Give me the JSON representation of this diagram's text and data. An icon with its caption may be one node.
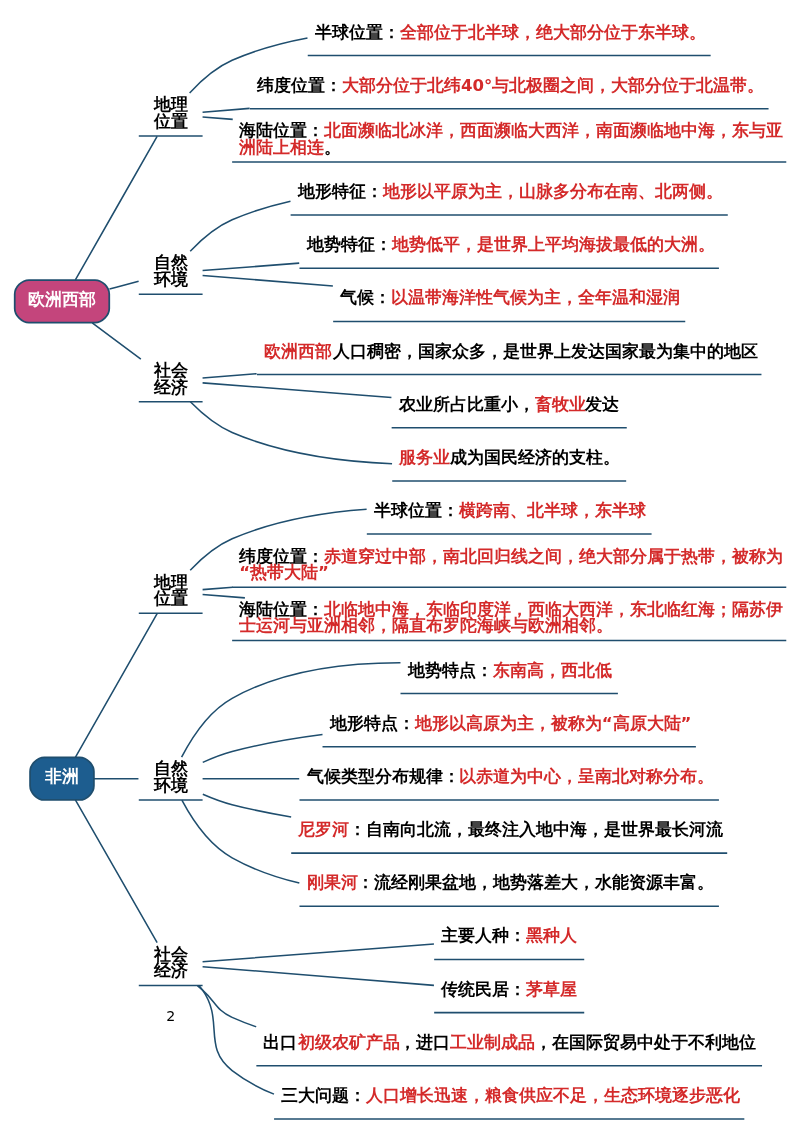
{
  "diagram": {
    "nodes": [
      {
        "text": [
          "欧洲西部"
        ]
      },
      {
        "text": [
          "地理位置"
        ]
      },
      {
        "text": [
          "半球位置：**全部位于北半球，绝大部分位于东半球。**"
        ]
      },
      {
        "text": [
          "纬度位置：**大部分位于北纬40°与北极圈之间，大部分位于北温带。**"
        ]
      },
      {
        "text": [
          "海陆位置：**北面濒临北冰洋，西面濒临大西洋，南面濒临地中海，东与亚洲陆上相连**。"
        ]
      },
      {
        "text": [
          "自然环境"
        ]
      },
      {
        "text": [
          "地形特征：**地形以平原为主，山脉多分布在南、北两侧。**"
        ]
      },
      {
        "text": [
          "地势特征：**地势低平，是世界上平均海拔最低的大洲。**"
        ]
      },
      {
        "text": [
          "气候：**以温带海洋性气候为主，全年温和湿润**"
        ]
      },
      {
        "text": [
          "社会经济"
        ]
      },
      {
        "text": [
          "**欧洲西部**人口稠密，国家众多，是世界上发达国家最为集中的地区"
        ]
      },
      {
        "text": [
          "农业所占比重小，**畜牧业**发达"
        ]
      },
      {
        "text": [
          "**服务业**成为国民经济的支柱。"
        ]
      },
      {
        "text": [
          "非洲"
        ]
      },
      {
        "text": [
          "地理位置"
        ]
      },
      {
        "text": [
          "半球位置：**横跨南、北半球，东半球**"
        ]
      },
      {
        "text": [
          "纬度位置：**赤道穿过中部，南北回归线之间，绝大部分属于热带，被称为“热带大陆”**"
        ]
      },
      {
        "text": [
          "海陆位置：**北临地中海，东临印度洋，西临大西洋，东北临红海；隔苏伊士运河与亚洲相邻，隔直布罗陀海峡与欧洲相邻。**"
        ]
      },
      {
        "text": [
          "自然环境"
        ]
      },
      {
        "text": [
          "地势特点：**东南高，西北低**"
        ]
      },
      {
        "text": [
          "地形特点：**地形以高原为主，被称为“高原大陆”**"
        ]
      },
      {
        "text": [
          "气候类型分布规律：**以赤道为中心，呈南北对称分布。**"
        ]
      },
      {
        "text": [
          "**尼罗河**：自南向北流，最终注入地中海，是世界最长河流"
        ]
      },
      {
        "text": [
          "**刚果河**：流经刚果盆地，地势落差大，水能资源丰富。"
        ]
      },
      {
        "text": [
          "社会经济"
        ]
      },
      {
        "text": [
          "主要人种：**黑种人**"
        ]
      },
      {
        "text": [
          "传统民居：**茅草屋**"
        ]
      },
      {
        "text": [
          "出口**初级农矿产品**，进口**工业制成品**，在国际贸易中处于不利地位"
        ]
      },
      {
        "text": [
          "三大问题：**人口增长迅速，粮食供应不足，生态环境逐步恶化**"
        ]
      }
    ],
    "edges": [
      {
        "from": 0,
        "to": 1,
        "arrow": "none"
      },
      {
        "from": 1,
        "to": 2,
        "arrow": "none"
      },
      {
        "from": 1,
        "to": 3,
        "arrow": "none"
      },
      {
        "from": 1,
        "to": 4,
        "arrow": "none"
      },
      {
        "from": 0,
        "to": 5,
        "arrow": "none"
      },
      {
        "from": 5,
        "to": 6,
        "arrow": "none"
      },
      {
        "from": 5,
        "to": 7,
        "arrow": "none"
      },
      {
        "from": 5,
        "to": 8,
        "arrow": "none"
      },
      {
        "from": 0,
        "to": 9,
        "arrow": "none"
      },
      {
        "from": 9,
        "to": 10,
        "arrow": "none"
      },
      {
        "from": 9,
        "to": 11,
        "arrow": "none"
      },
      {
        "from": 9,
        "to": 12,
        "arrow": "none"
      },
      {
        "from": 13,
        "to": 14,
        "arrow": "none"
      },
      {
        "from": 14,
        "to": 15,
        "arrow": "none"
      },
      {
        "from": 14,
        "to": 16,
        "arrow": "none"
      },
      {
        "from": 14,
        "to": 17,
        "arrow": "none"
      },
      {
        "from": 13,
        "to": 18,
        "arrow": "none"
      },
      {
        "from": 18,
        "to": 19,
        "arrow": "none"
      },
      {
        "from": 18,
        "to": 20,
        "arrow": "none"
      },
      {
        "from": 18,
        "to": 21,
        "arrow": "none"
      },
      {
        "from": 18,
        "to": 22,
        "arrow": "none"
      },
      {
        "from": 18,
        "to": 23,
        "arrow": "none"
      },
      {
        "from": 13,
        "to": 24,
        "arrow": "none"
      },
      {
        "from": 24,
        "to": 25,
        "arrow": "none"
      },
      {
        "from": 24,
        "to": 26,
        "arrow": "none"
      },
      {
        "from": 24,
        "to": 27,
        "arrow": "none"
      },
      {
        "from": 24,
        "to": 28,
        "arrow": "none"
      }
    ],
    "labels": [
      "2"
    ]
  }
}
